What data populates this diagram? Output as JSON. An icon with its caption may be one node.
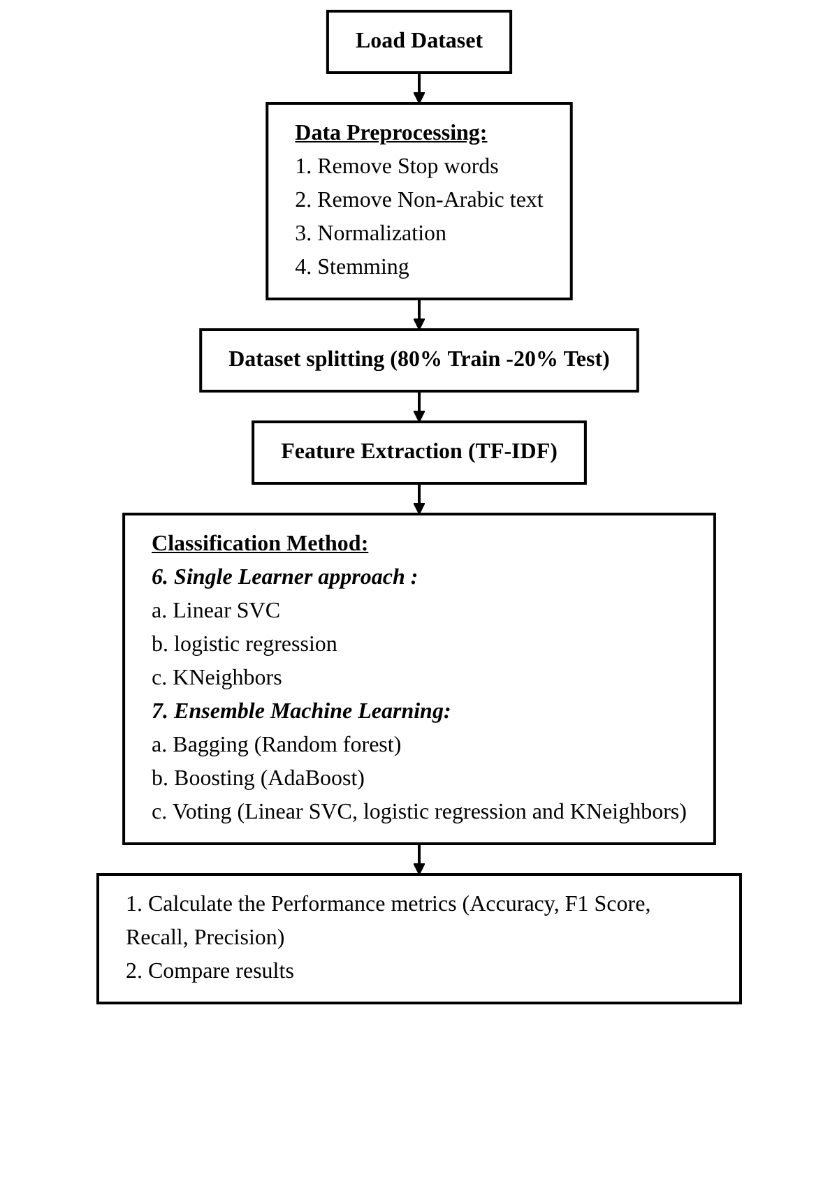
{
  "diagram": {
    "nodes": [
      {
        "text": [
          "Load Dataset"
        ]
      },
      {
        "text": [
          "Data Preprocessing:",
          "1. Remove Stop words",
          "2. Remove Non-Arabic text",
          "3. Normalization",
          "4. Stemming"
        ]
      },
      {
        "text": [
          "Dataset splitting (80% Train -20% Test)"
        ]
      },
      {
        "text": [
          "Feature Extraction (TF-IDF)"
        ]
      },
      {
        "text": [
          "Classification Method:",
          "6. Single Learner approach :",
          "a. Linear SVC",
          "b. logistic regression",
          "c. KNeighbors",
          "7. Ensemble Machine Learning:",
          "a. Bagging (Random forest)",
          "b. Boosting (AdaBoost)",
          "c. Voting (Linear SVC, logistic regression and KNeighbors)"
        ]
      },
      {
        "text": [
          "1. Calculate the Performance metrics (Accuracy, F1 Score, Recall, Precision)",
          "2. Compare results"
        ]
      }
    ],
    "edges": [
      {
        "from": 0,
        "to": 1,
        "arrow": "to"
      },
      {
        "from": 1,
        "to": 2,
        "arrow": "to"
      },
      {
        "from": 2,
        "to": 3,
        "arrow": "to"
      },
      {
        "from": 3,
        "to": 4,
        "arrow": "to"
      },
      {
        "from": 4,
        "to": 5,
        "arrow": "to"
      }
    ]
  }
}
